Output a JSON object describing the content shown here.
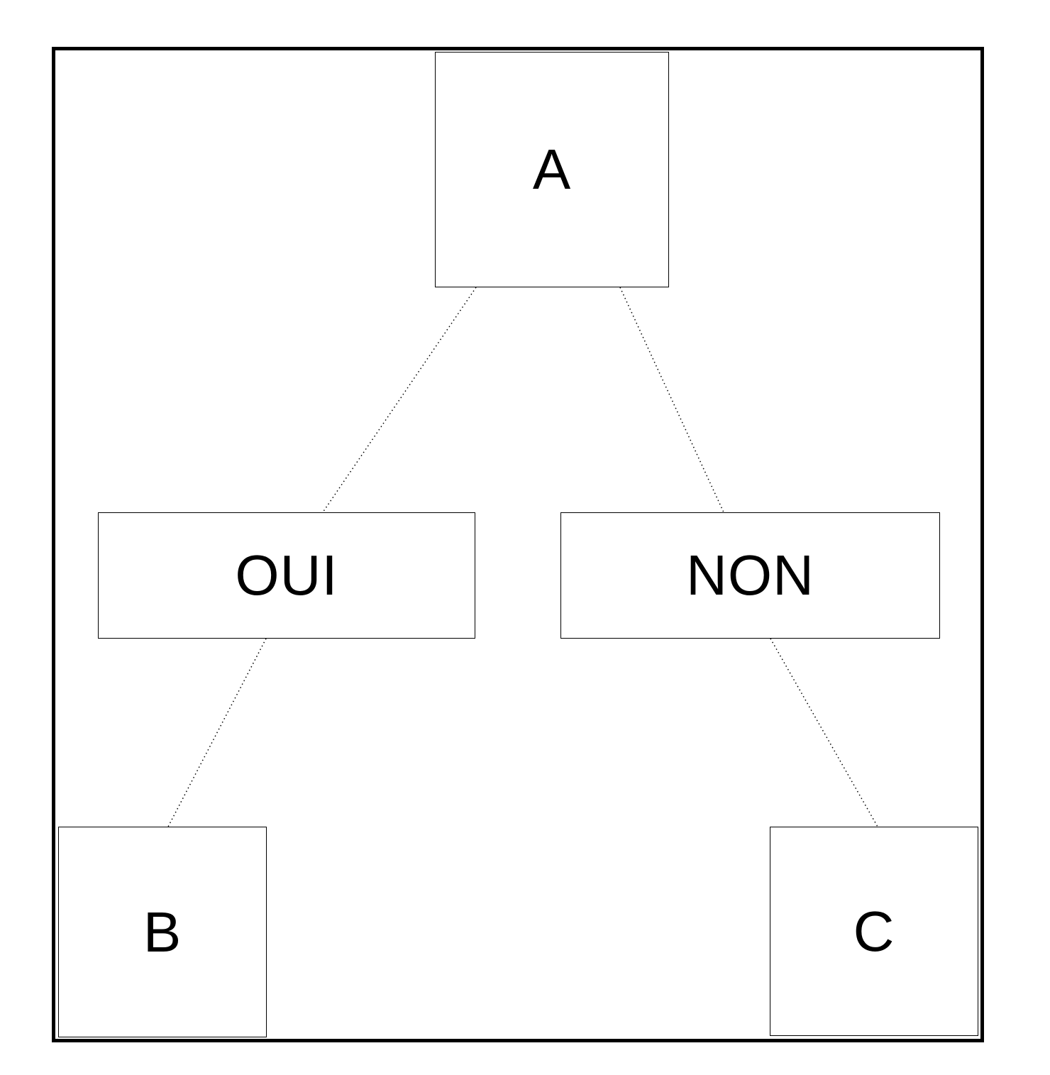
{
  "diagram": {
    "title": "decision-tree",
    "colors": {
      "background": "#ffffff",
      "frame_border": "#000000",
      "node_border": "#000000",
      "edge_line": "#000000",
      "text": "#000000"
    },
    "nodes": {
      "a": {
        "id": "A",
        "label": "A"
      },
      "oui": {
        "id": "OUI",
        "label": "OUI"
      },
      "non": {
        "id": "NON",
        "label": "NON"
      },
      "b": {
        "id": "B",
        "label": "B"
      },
      "c": {
        "id": "C",
        "label": "C"
      }
    },
    "edges": [
      {
        "from": "A",
        "to": "OUI",
        "style": "dotted"
      },
      {
        "from": "A",
        "to": "NON",
        "style": "dotted"
      },
      {
        "from": "OUI",
        "to": "B",
        "style": "dotted"
      },
      {
        "from": "NON",
        "to": "C",
        "style": "dotted"
      }
    ]
  }
}
